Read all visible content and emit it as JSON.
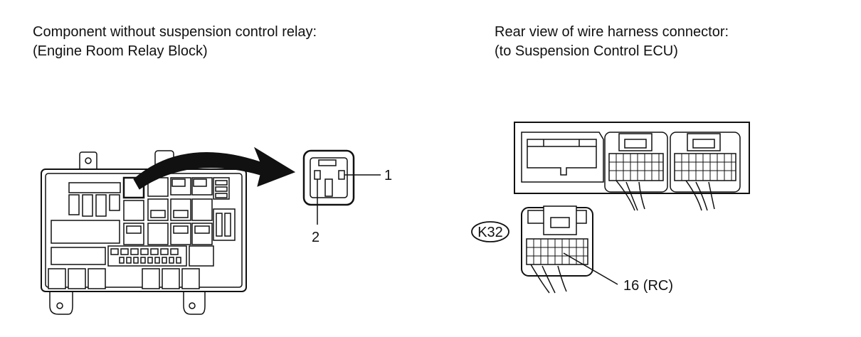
{
  "left_panel": {
    "title_line1": "Component without suspension control relay:",
    "title_line2": "(Engine Room Relay Block)",
    "terminal_1": "1",
    "terminal_2": "2"
  },
  "right_panel": {
    "title_line1": "Rear view of wire harness connector:",
    "title_line2": "(to Suspension Control ECU)",
    "connector_code": "K32",
    "pin_label": "16 (RC)"
  },
  "colors": {
    "line": "#111111",
    "shade": "#dcdcdc",
    "background": "#ffffff"
  }
}
